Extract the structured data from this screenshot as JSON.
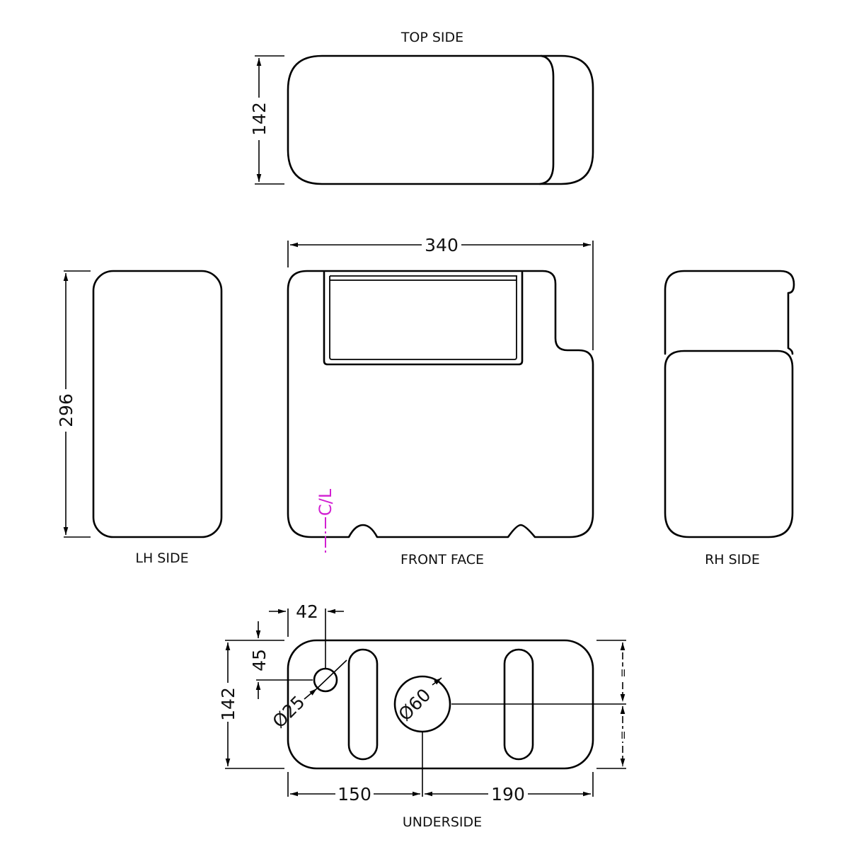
{
  "views": {
    "top_side": {
      "label": "TOP SIDE",
      "height_dim": "142"
    },
    "front_face": {
      "label": "FRONT FACE",
      "width_dim": "340",
      "centerline_label": "C/L"
    },
    "lh_side": {
      "label": "LH SIDE",
      "height_dim": "296"
    },
    "rh_side": {
      "label": "RH SIDE"
    },
    "underside": {
      "label": "UNDERSIDE",
      "depth_dim": "142",
      "offset_x_dim": "42",
      "offset_y_dim": "45",
      "small_hole_dia": "Ø25",
      "large_hole_dia": "Ø60",
      "left_dim": "150",
      "right_dim": "190",
      "equal_mark_top": "=",
      "equal_mark_bottom": "="
    }
  },
  "colors": {
    "line": "#000000",
    "centerline": "#d21fd2",
    "background": "#ffffff"
  }
}
